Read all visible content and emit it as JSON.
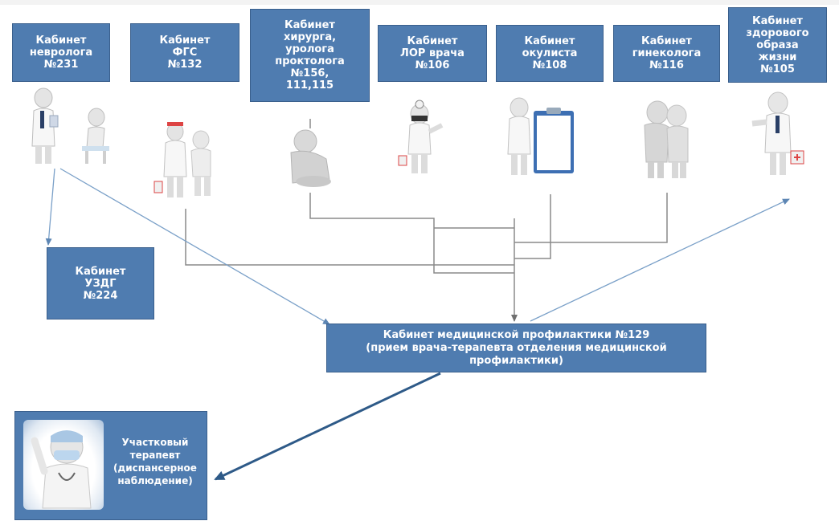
{
  "nodes": {
    "neurology": "Кабинет\nневролога\n№231",
    "fgs": "Кабинет\nФГС\n№132",
    "surgeon": "Кабинет\nхирурга,\nуролога\nпроктолога\n№156,\n111,115",
    "lor": "Кабинет\nЛОР врача\n№106",
    "ophthalmology": "Кабинет\nокулиста\n№108",
    "gynecology": "Кабинет\nгинеколога\n№116",
    "healthy_life": "Кабинет\nздорового\nобраза\nжизни\n№105",
    "uzdg": "Кабинет\nУЗДГ\n№224",
    "prevention": "Кабинет медицинской профилактики №129\n(прием врача-терапевта отделения медицинской\nпрофилактики)",
    "district_therapist": "Участковый\nтерапевт\n(диспансерное\nнаблюдение)"
  },
  "icons": {
    "neurology": "doctor-with-patient-icon",
    "fgs": "doctor-examining-patient-icon",
    "surgeon": "sitting-patient-icon",
    "lor": "ent-doctor-icon",
    "ophthalmology": "doctor-with-clipboard-icon",
    "gynecology": "couple-icon",
    "healthy_life": "doctor-with-medkit-icon",
    "district_therapist": "therapist-pointing-icon"
  },
  "colors": {
    "box_fill": "#4f7cb0",
    "box_border": "#3a5f8c",
    "connector_gray": "#8a8a8a",
    "connector_blue": "#7aa0c8",
    "connector_dark": "#2e5a88"
  }
}
